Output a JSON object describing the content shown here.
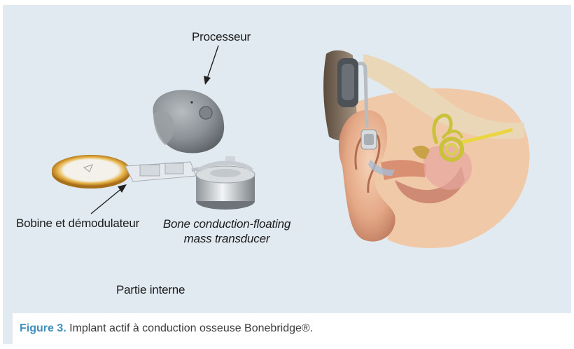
{
  "labels": {
    "processeur": "Processeur",
    "bobine": "Bobine et démodulateur",
    "bcfmt_line1": "Bone conduction-floating",
    "bcfmt_line2": "mass transducer",
    "partie_interne": "Partie interne"
  },
  "caption": {
    "figure_label": "Figure 3.",
    "text": " Implant actif à conduction osseuse Bonebridge®."
  },
  "colors": {
    "background": "#e2eaf1",
    "caption_accent": "#3f8fbf",
    "implant_gold": "#d9a13a",
    "skin": "#e8b08c",
    "cochlea": "#c9c23a"
  }
}
